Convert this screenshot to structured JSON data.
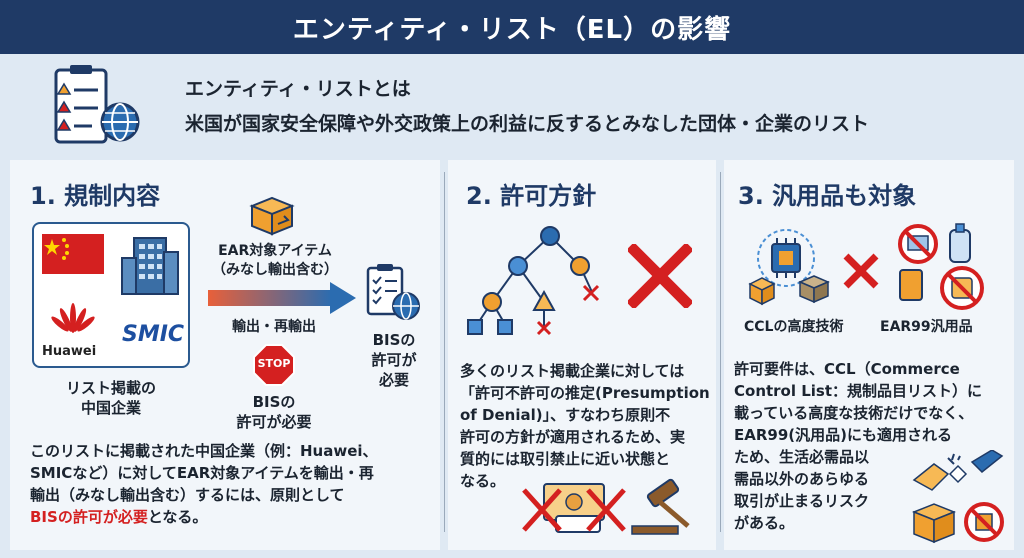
{
  "title": "エンティティ・リスト（EL）の影響",
  "intro": {
    "heading": "エンティティ・リストとは",
    "text": "米国が国家安全保障や外交政策上の利益に反するとみなした団体・企業のリスト"
  },
  "section1": {
    "heading": "1. 規制内容",
    "huawei_logo": "Huawei",
    "smic_logo": "SMIC",
    "china_label_1": "リスト掲載の",
    "china_label_2": "中国企業",
    "ear_item_1": "EAR対象アイテム",
    "ear_item_2": "（みなし輸出含む）",
    "export_label": "輸出・再輸出",
    "stop_sign": "STOP",
    "stop_label_1": "BISの",
    "stop_label_2": "許可が必要",
    "bis_label_1": "BISの",
    "bis_label_2": "許可が",
    "bis_label_3": "必要",
    "body_1": "このリストに掲載された中国企業（例：Huawei、",
    "body_2": "SMICなど）に対してEAR対象アイテムを輸出・再",
    "body_3": "輸出（みなし輸出含む）するには、原則として",
    "body_4_red": "BISの許可が必要",
    "body_4_rest": "となる。"
  },
  "section2": {
    "heading": "2. 許可方針",
    "body_1": "多くのリスト掲載企業に対しては",
    "body_2": "「許可不許可の推定(Presumption",
    "body_3": "of Denial)」、すなわち原則不",
    "body_4": "許可の方針が適用されるため、実",
    "body_5": "質的には取引禁止に近い状態と",
    "body_6": "なる。"
  },
  "section3": {
    "heading": "3. 汎用品も対象",
    "ccl_label": "CCLの高度技術",
    "ear99_label": "EAR99汎用品",
    "body_1": "許可要件は、CCL（Commerce",
    "body_2": "Control List：規制品目リスト）に",
    "body_3": "載っている高度な技術だけでなく、",
    "body_4": "EAR99(汎用品)にも適用される",
    "body_5": "ため、生活必需品以",
    "body_6": "需品以外のあらゆる",
    "body_7": "取引が止まるリスク",
    "body_8": "がある。"
  },
  "colors": {
    "navy": "#1f3a66",
    "red": "#d42020",
    "blue": "#2b5a8f",
    "orange": "#f0a030"
  }
}
